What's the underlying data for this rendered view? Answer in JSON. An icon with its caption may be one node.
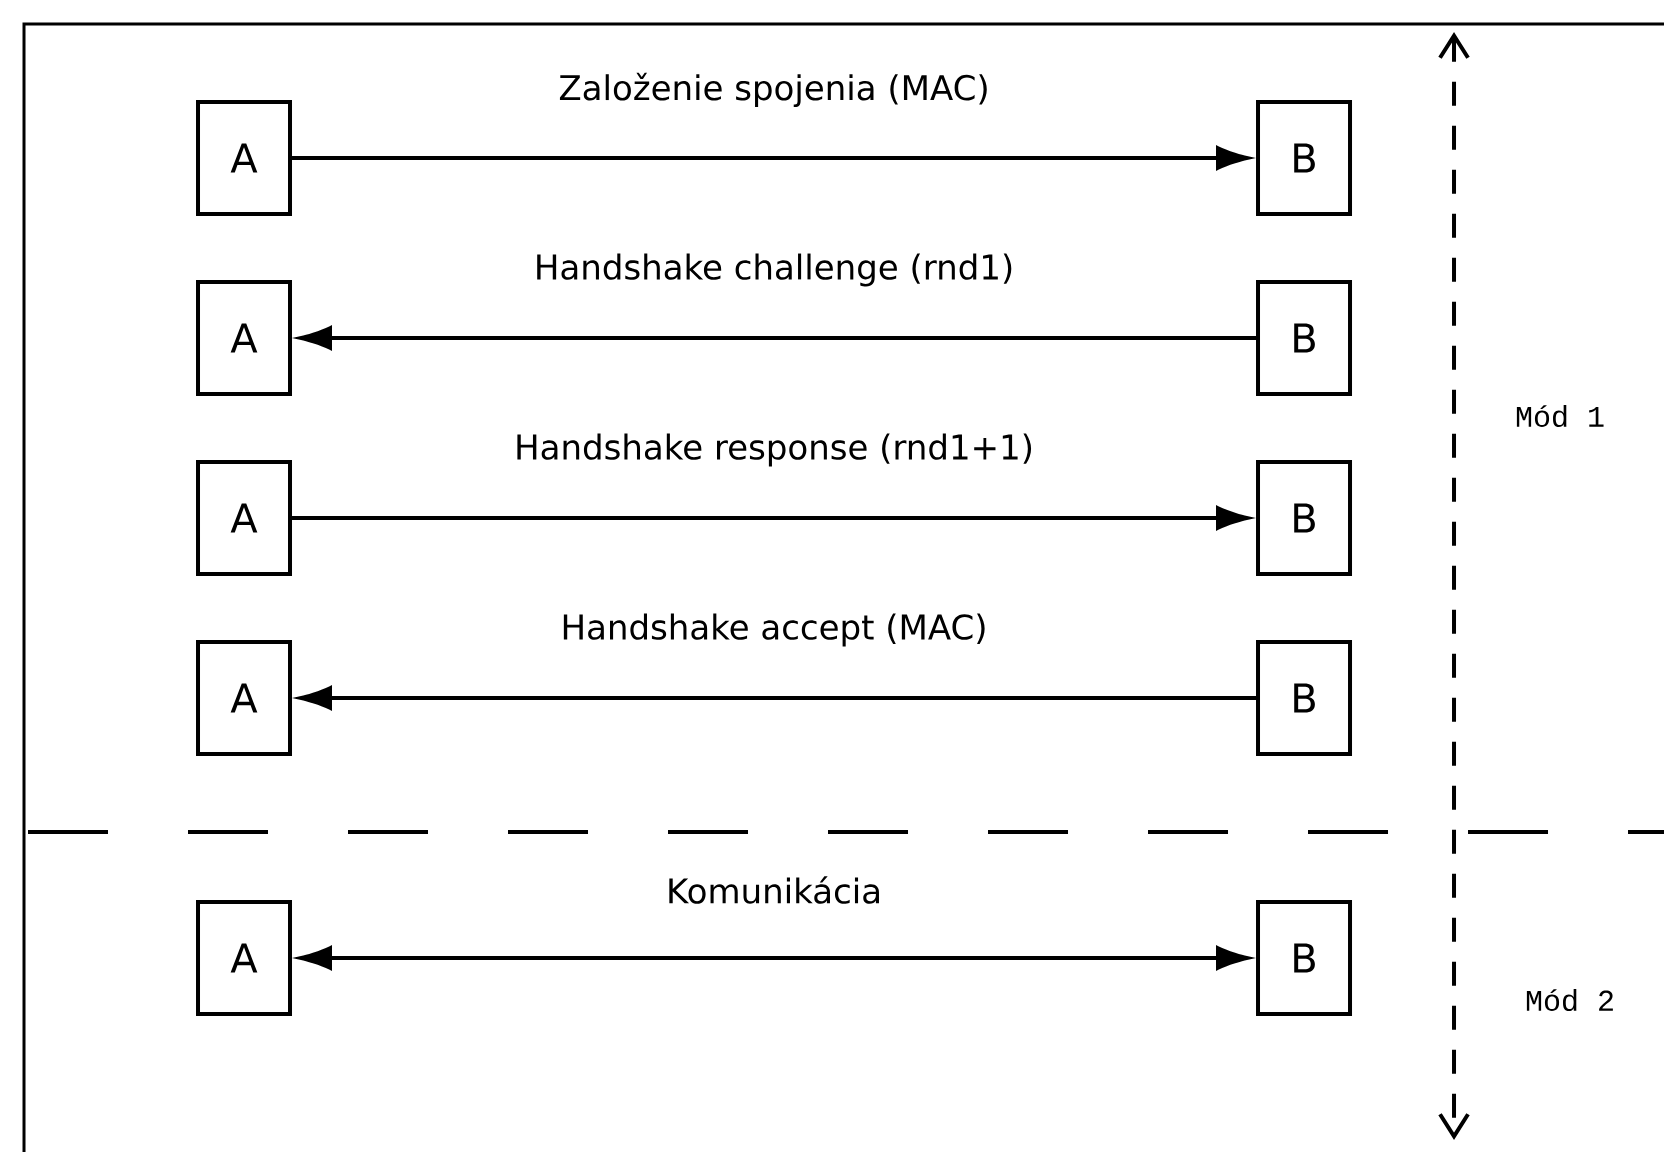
{
  "diagram": {
    "nodes": [
      {
        "text": [
          "A"
        ]
      },
      {
        "text": [
          "B"
        ]
      },
      {
        "text": [
          "A"
        ]
      },
      {
        "text": [
          "B"
        ]
      },
      {
        "text": [
          "A"
        ]
      },
      {
        "text": [
          "B"
        ]
      },
      {
        "text": [
          "A"
        ]
      },
      {
        "text": [
          "B"
        ]
      },
      {
        "text": [
          "A"
        ]
      },
      {
        "text": [
          "B"
        ]
      }
    ],
    "edges": [
      {
        "from": 0,
        "to": 1,
        "arrow": "to",
        "label": "Založenie spojenia (MAC)"
      },
      {
        "from": 3,
        "to": 2,
        "arrow": "to",
        "label": "Handshake challenge (rnd1)"
      },
      {
        "from": 4,
        "to": 5,
        "arrow": "to",
        "label": "Handshake response (rnd1+1)"
      },
      {
        "from": 7,
        "to": 6,
        "arrow": "to",
        "label": "Handshake accept (MAC)"
      },
      {
        "from": 8,
        "to": 9,
        "arrow": "both",
        "label": "Komunikácia"
      }
    ],
    "labels": [
      "Mód 1",
      "Mód 2"
    ]
  }
}
